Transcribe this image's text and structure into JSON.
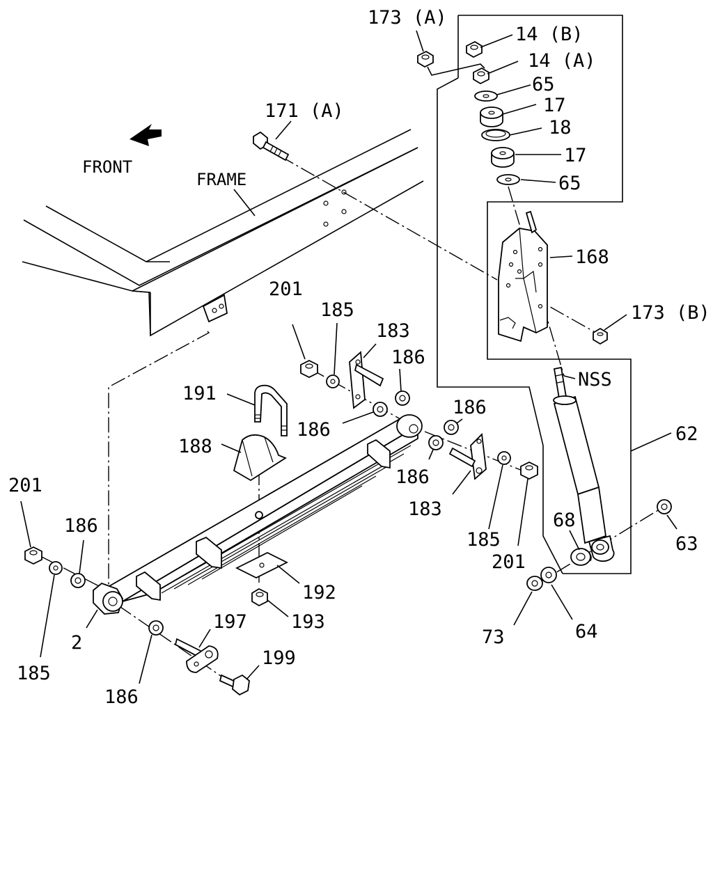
{
  "labels": {
    "p173a": "173 (A)",
    "p14b": "14 (B)",
    "p14a": "14 (A)",
    "p65_top": "65",
    "p17_top": "17",
    "p18": "18",
    "p17_bot": "17",
    "p65_bot": "65",
    "p171a": "171 (A)",
    "front": "FRONT",
    "frame": "FRAME",
    "p168": "168",
    "p173b": "173 (B)",
    "nss": "NSS",
    "p62": "62",
    "p201_mid": "201",
    "p185_mid": "185",
    "p183_top": "183",
    "p186_top": "186",
    "p186_mid": "186",
    "p191": "191",
    "p188": "188",
    "p186_right": "186",
    "p186_right2": "186",
    "p183_bot": "183",
    "p185_right": "185",
    "p201_right": "201",
    "p68": "68",
    "p63": "63",
    "p73": "73",
    "p64": "64",
    "p201_left": "201",
    "p186_left": "186",
    "p192": "192",
    "p193": "193",
    "p197": "197",
    "p2": "2",
    "p185_left": "185",
    "p186_bot": "186",
    "p199": "199"
  }
}
